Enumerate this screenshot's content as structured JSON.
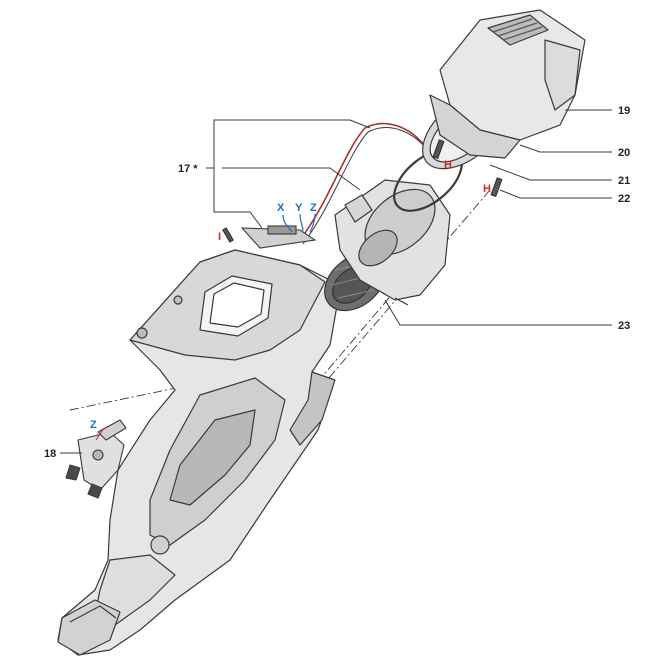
{
  "diagram": {
    "part_labels": {
      "p17": "17 *",
      "p18": "18",
      "p19": "19",
      "p20": "20",
      "p21": "21",
      "p22": "22",
      "p23": "23"
    },
    "connector_labels": {
      "x": "X",
      "y": "Y",
      "z_upper": "Z",
      "z_lower": "Z"
    },
    "screw_labels": {
      "h_upper": "H",
      "h_lower": "H",
      "i": "I"
    },
    "colors": {
      "outline": "#3a3a3a",
      "body_fill": "#e4e4e4",
      "body_shade": "#c9c9c9",
      "dark_part": "#6e6e6e",
      "connector_blue": "#1f6fc0",
      "screw_red": "#d42a2a",
      "wire_red": "#b03030"
    }
  }
}
